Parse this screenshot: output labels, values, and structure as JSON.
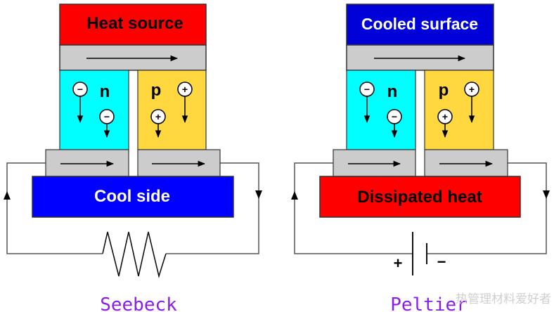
{
  "diagrams": [
    {
      "name": "Seebeck",
      "caption": "Seebeck",
      "top_block": {
        "label": "Heat source",
        "color": "#ff0000",
        "text_color": "#000000"
      },
      "bottom_block": {
        "label": "Cool side",
        "color": "#0000ff",
        "text_color": "#ffffff"
      },
      "n_leg": {
        "label": "n",
        "color": "#00ffff",
        "carriers": [
          "−",
          "−"
        ]
      },
      "p_leg": {
        "label": "p",
        "color": "#ffd83f",
        "carriers": [
          "+",
          "+"
        ]
      },
      "circuit_element": "resistor"
    },
    {
      "name": "Peltier",
      "caption": "Peltier",
      "top_block": {
        "label": "Cooled surface",
        "color": "#0000d8",
        "text_color": "#ffffff"
      },
      "bottom_block": {
        "label": "Dissipated heat",
        "color": "#ff0000",
        "text_color": "#000000"
      },
      "n_leg": {
        "label": "n",
        "color": "#00ffff",
        "carriers": [
          "−",
          "−"
        ]
      },
      "p_leg": {
        "label": "p",
        "color": "#ffd83f",
        "carriers": [
          "+",
          "+"
        ]
      },
      "circuit_element": "battery",
      "battery_plus": "+",
      "battery_minus": "−"
    }
  ],
  "conductor_color": "#cccccc",
  "watermark": "热管理材料爱好者"
}
